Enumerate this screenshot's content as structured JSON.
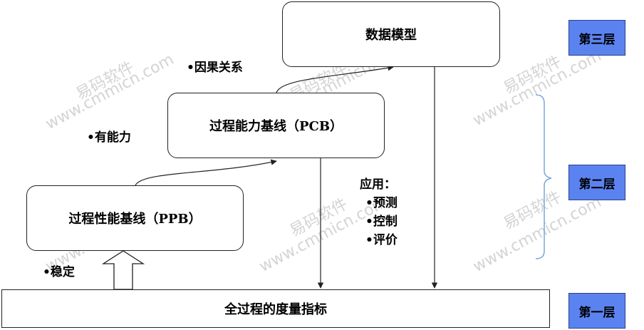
{
  "nodes": {
    "data_model": "数据模型",
    "pcb": "过程能力基线（PCB）",
    "ppb": "过程性能基线（PPB）",
    "metrics": "全过程的度量指标"
  },
  "notes": {
    "causal": "•因果关系",
    "capable": "•有能力",
    "stable": "•稳定",
    "application_title": "应用：",
    "application_items": [
      "•预测",
      "•控制",
      "•评价"
    ]
  },
  "layers": {
    "third": "第三层",
    "second": "第二层",
    "first": "第一层"
  },
  "watermark": {
    "brand": "易码软件",
    "url": "www.cmmicn.com"
  },
  "colors": {
    "layer_fill": "#5b83f0",
    "bracket": "#7aa6d8",
    "watermark": "#d4d4d4"
  }
}
